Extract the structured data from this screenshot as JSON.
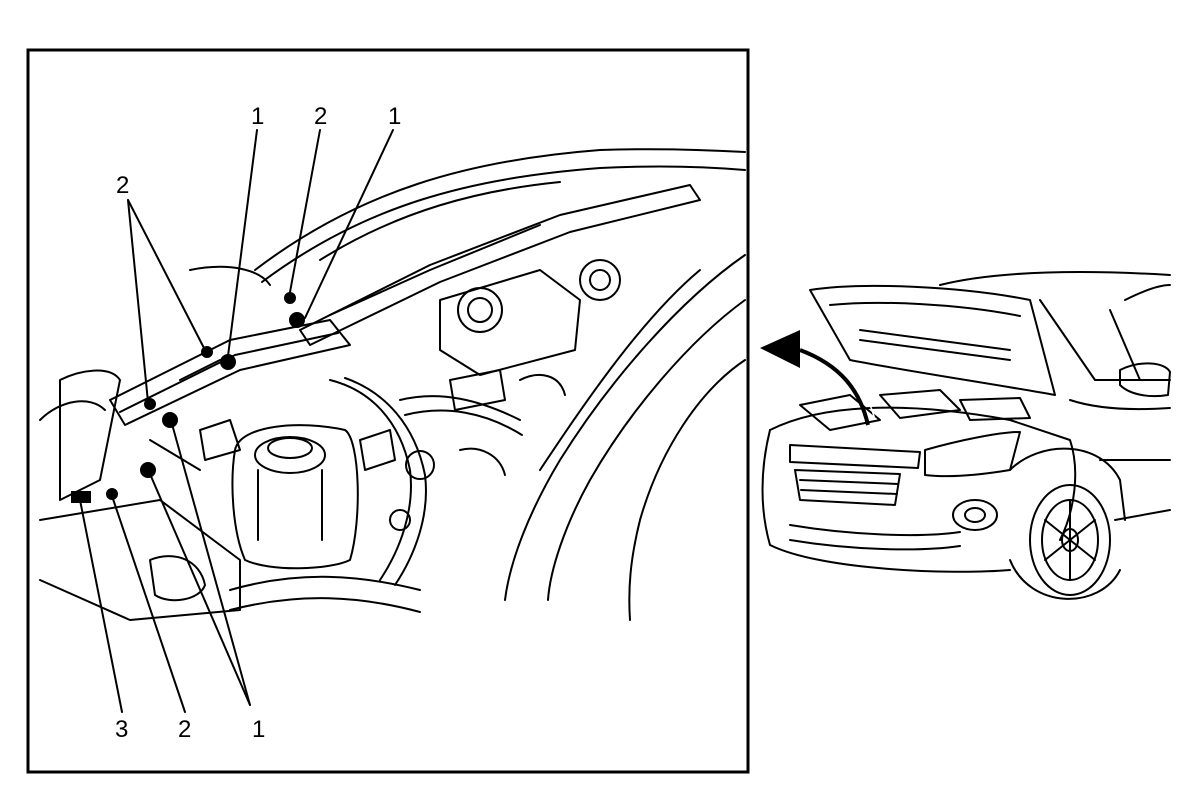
{
  "callouts": {
    "c1": "1",
    "c2": "2",
    "c3": "1",
    "c4": "2",
    "c5": "3",
    "c6": "2",
    "c7": "1"
  },
  "colors": {
    "line": "#000000",
    "background": "#ffffff"
  }
}
